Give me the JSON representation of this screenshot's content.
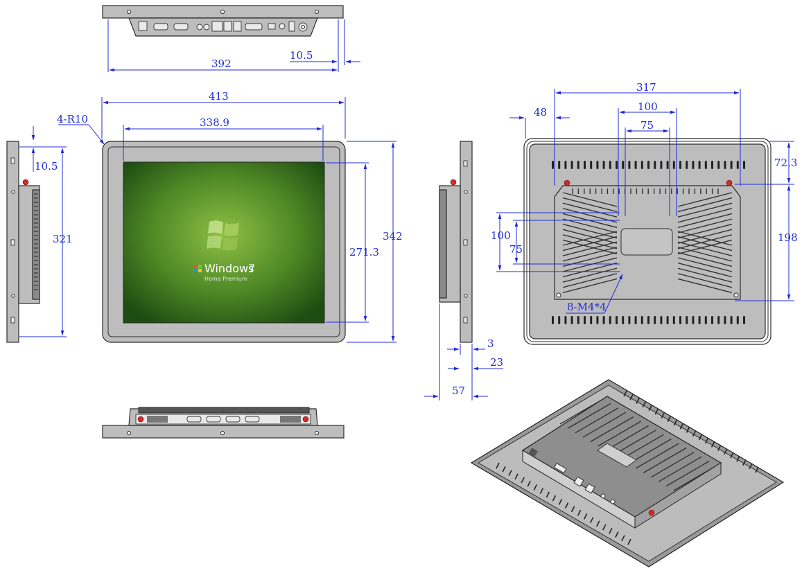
{
  "dimensions": {
    "top_width": "392",
    "top_offset": "10.5",
    "front_outer_width": "413",
    "front_screen_width": "338.9",
    "corner_radius": "4-R10",
    "front_screen_height": "271.3",
    "front_outer_height": "342",
    "side_height": "321",
    "side_offset": "10.5",
    "right_side_depth_front": "3",
    "right_side_depth_bracket": "23",
    "right_side_depth_total": "57",
    "back_width": "317",
    "back_edge_offset": "48",
    "vesa_outer_width": "100",
    "vesa_inner_width": "75",
    "vesa_outer_height": "100",
    "vesa_inner_height": "75",
    "back_top_offset": "72.3",
    "back_bracket_height": "198",
    "screw_spec": "8-M4*4"
  },
  "screen": {
    "brand": "Windows",
    "version": "7",
    "edition": "Home Premium"
  },
  "colors": {
    "dimension": "#1f2bd6",
    "housing": "#bdbdbd",
    "screen_center": "#7fae3a",
    "screen_edge": "#1e4d12",
    "accent_red": "#d42a2a"
  }
}
